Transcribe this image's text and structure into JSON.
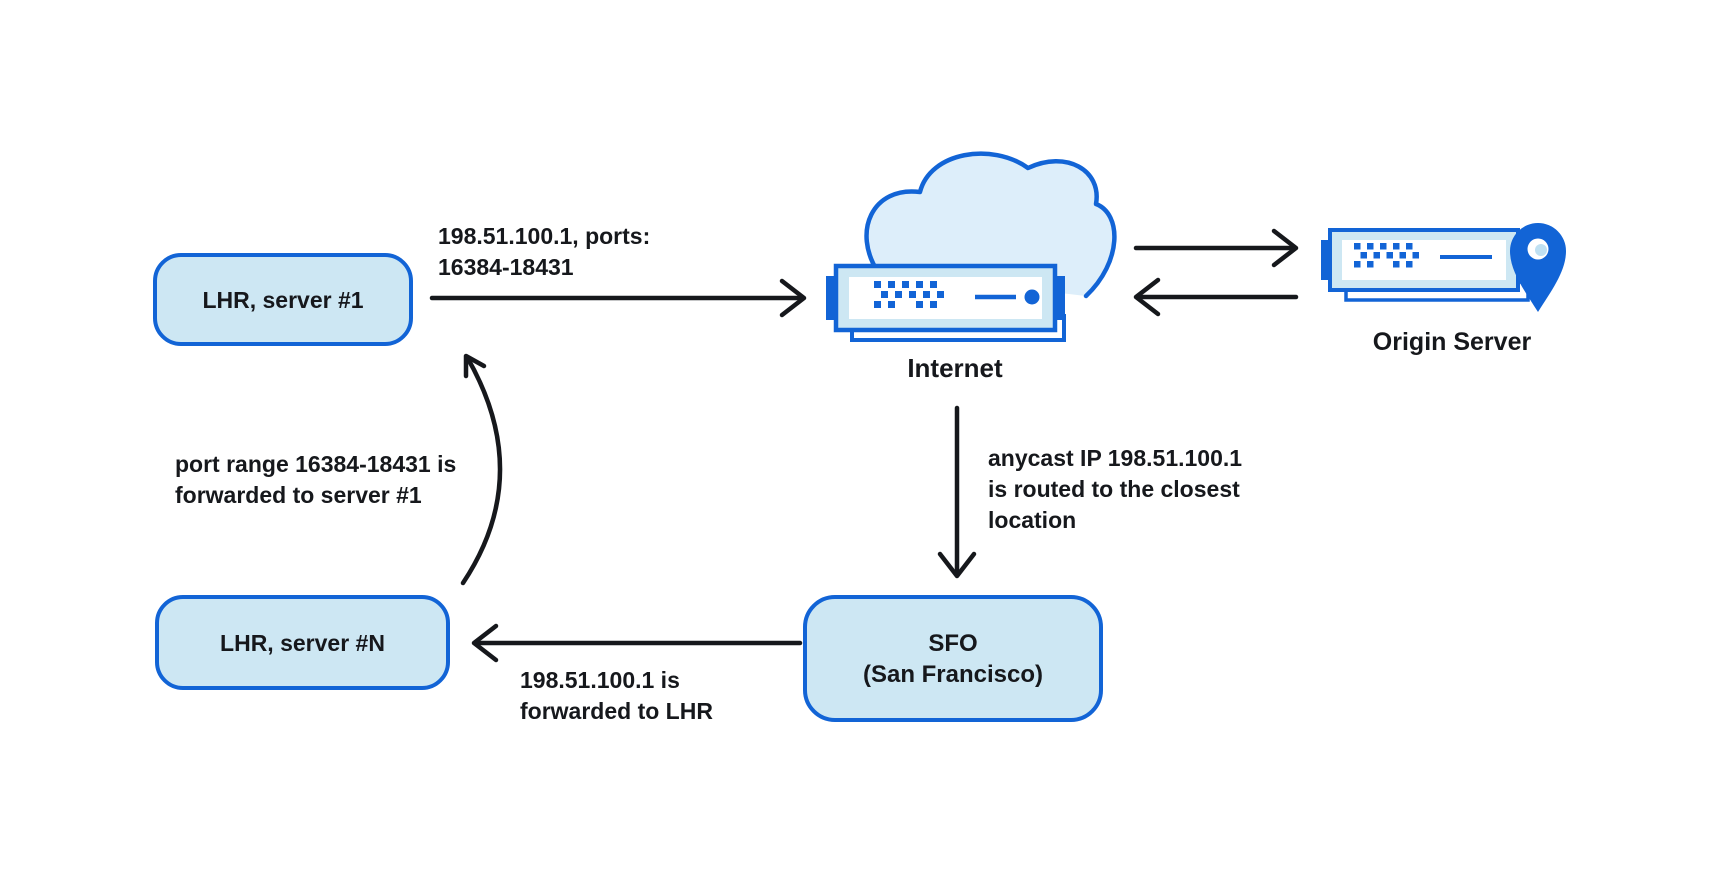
{
  "theme": {
    "accent": "#1264d6",
    "node-fill": "#cde7f3",
    "cloud-fill": "#ddeefa",
    "ink": "#16181c",
    "bg": "#ffffff"
  },
  "nodes": {
    "lhr1": {
      "label": "LHR, server #1"
    },
    "lhrn": {
      "label": "LHR, server #N"
    },
    "sfo": {
      "lines": [
        "SFO",
        "(San Francisco)"
      ]
    },
    "internet": {
      "label": "Internet"
    },
    "origin": {
      "label": "Origin Server"
    }
  },
  "edges": {
    "lhr1_to_internet": {
      "lines": [
        "198.51.100.1, ports:",
        "16384-18431"
      ]
    },
    "internet_to_sfo": {
      "lines": [
        "anycast IP 198.51.100.1",
        "is routed to the closest",
        "location"
      ]
    },
    "sfo_to_lhrn": {
      "lines": [
        "198.51.100.1 is",
        "forwarded to LHR"
      ]
    },
    "lhrn_to_lhr1": {
      "lines": [
        "port range 16384-18431 is",
        "forwarded to server #1"
      ]
    }
  }
}
